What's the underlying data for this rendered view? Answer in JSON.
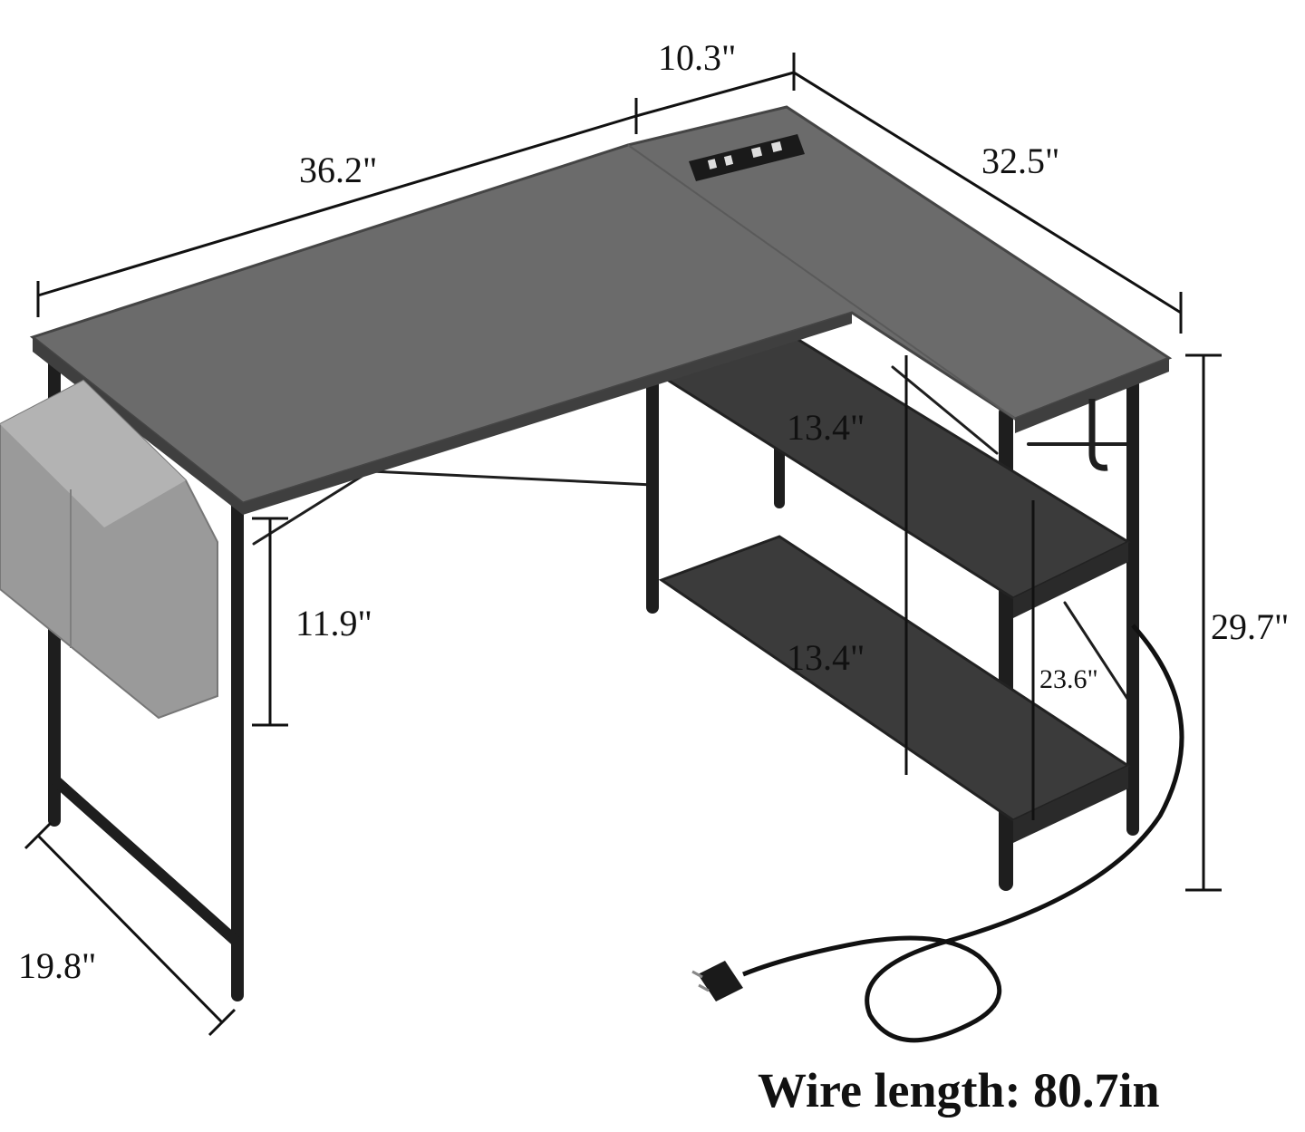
{
  "dimensions": {
    "width_left": "36.2\"",
    "width_middle": "10.3\"",
    "width_right": "32.5\"",
    "height_total": "29.7\"",
    "shelf_upper": "13.4\"",
    "shelf_lower": "13.4\"",
    "shelf_side": "23.6\"",
    "bag_height": "11.9\"",
    "depth": "19.8\""
  },
  "caption": "Wire length: 80.7in",
  "colors": {
    "desktop": "#6b6b6b",
    "desktop_edge": "#454545",
    "frame": "#1e1e1e",
    "shelf": "#3a3a3a",
    "bag": "#9a9a9a",
    "dimension_line": "#111111"
  }
}
